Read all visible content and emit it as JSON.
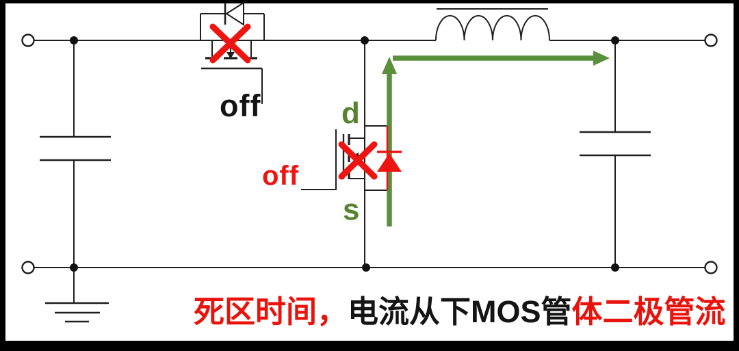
{
  "diagram": {
    "kind": "circuit-schematic",
    "frame_color": "#000000",
    "canvas_color": "#ffffff"
  },
  "colors": {
    "wire": "#1f1f1f",
    "highlight_red": "#ee1411",
    "current_arrow_green": "#5a8f3e",
    "terminal_label_green": "#55832f",
    "caption_red": "#e8140c",
    "caption_black": "#141414"
  },
  "labels": {
    "high_side_state": "off",
    "low_side_state": "off",
    "drain": "d",
    "source": "s"
  },
  "caption": {
    "segments": [
      {
        "text": "死区时间，",
        "color": "#e8140c"
      },
      {
        "text": "电流从下MOS管",
        "color": "#141414"
      },
      {
        "text": "体二极管流",
        "color": "#e8140c"
      }
    ]
  },
  "components": [
    "input-terminals",
    "input-capacitor",
    "high-side-mosfet",
    "high-side-body-diode",
    "off-cross-mark-top",
    "low-side-mosfet",
    "low-side-body-diode-red",
    "off-cross-mark-bottom",
    "output-inductor",
    "output-capacitor",
    "output-terminals",
    "ground-symbol",
    "dead-time-current-path-arrow"
  ]
}
